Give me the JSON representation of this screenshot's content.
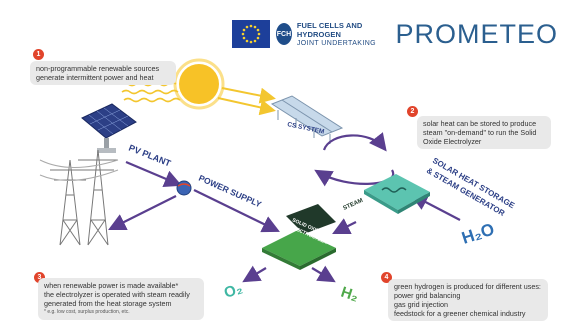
{
  "header": {
    "fch_logo": "FCH",
    "fch_line1": "FUEL CELLS AND HYDROGEN",
    "fch_line2": "JOINT UNDERTAKING",
    "brand": "PROMETEO",
    "colors": {
      "eu_blue": "#1d3f9a",
      "eu_star": "#f6d02e",
      "brand": "#2b5f8f"
    }
  },
  "steps": [
    {
      "number": "1",
      "text_lines": [
        "non-programmable renewable sources",
        "generate intermittent power and heat"
      ]
    },
    {
      "number": "2",
      "text_lines": [
        "solar heat can be stored to produce",
        "steam \"on-demand\" to run the Solid",
        "Oxide Electrolyzer"
      ]
    },
    {
      "number": "3",
      "text_lines": [
        "when renewable power is made available*",
        "the electrolyzer is operated with steam readily",
        "generated from the heat storage system"
      ],
      "footnote": "* e.g. low cost, surplus production, etc."
    },
    {
      "number": "4",
      "text_lines": [
        "green hydrogen is produced for different uses:",
        "power grid balancing",
        "gas grid injection",
        "feedstock for a greener chemical industry"
      ]
    }
  ],
  "labels": {
    "pv_plant": "PV PLANT",
    "cs_system": "CS SYSTEM",
    "power_supply": "POWER SUPPLY",
    "storage_line1": "SOLAR HEAT STORAGE",
    "storage_line2": "& STEAM GENERATOR",
    "steam": "STEAM",
    "soe_line1": "SOLID OXIDE",
    "soe_line2": "ELECTROLYZER",
    "water": "H₂O",
    "oxygen": "O₂",
    "hydrogen": "H₂"
  },
  "colors": {
    "badge": "#e1442b",
    "arrow_purple": "#5a3f8f",
    "arrow_yellow": "#f3c62f",
    "green": "#4fa84a",
    "teal": "#3fb7a3",
    "blue_label": "#2e6fb3",
    "sun": "#f7c227"
  }
}
